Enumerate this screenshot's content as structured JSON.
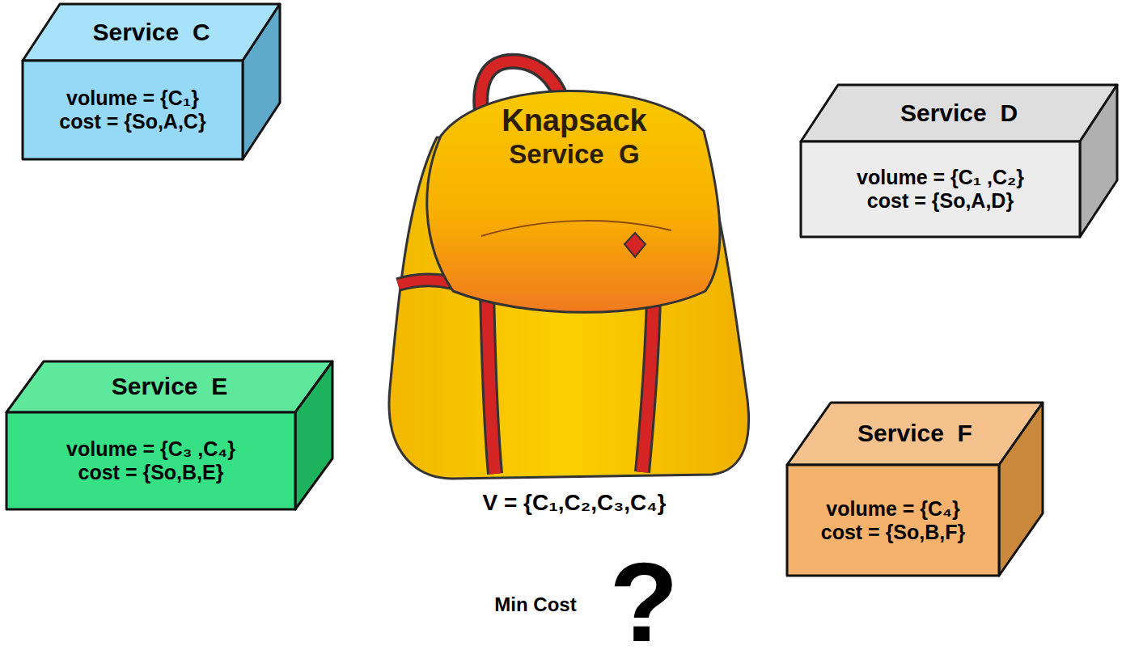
{
  "diagram": {
    "nodes": [
      {
        "text": [
          "Service  C",
          "volume = {C₁}",
          "cost = {So,A,C}"
        ]
      },
      {
        "text": [
          "Knapsack",
          "Service  G"
        ]
      },
      {
        "text": [
          "Service  D",
          "volume = {C₁ ,C₂}",
          "cost = {So,A,D}"
        ]
      },
      {
        "text": [
          "Service  E",
          "volume = {C₃ ,C₄}",
          "cost = {So,B,E}"
        ]
      },
      {
        "text": [
          "Service  F",
          "volume = {C₄}",
          "cost = {So,B,F}"
        ]
      }
    ],
    "labels": [
      "V = {C₁,C₂,C₃,C₄}",
      "Min Cost",
      "?"
    ]
  }
}
